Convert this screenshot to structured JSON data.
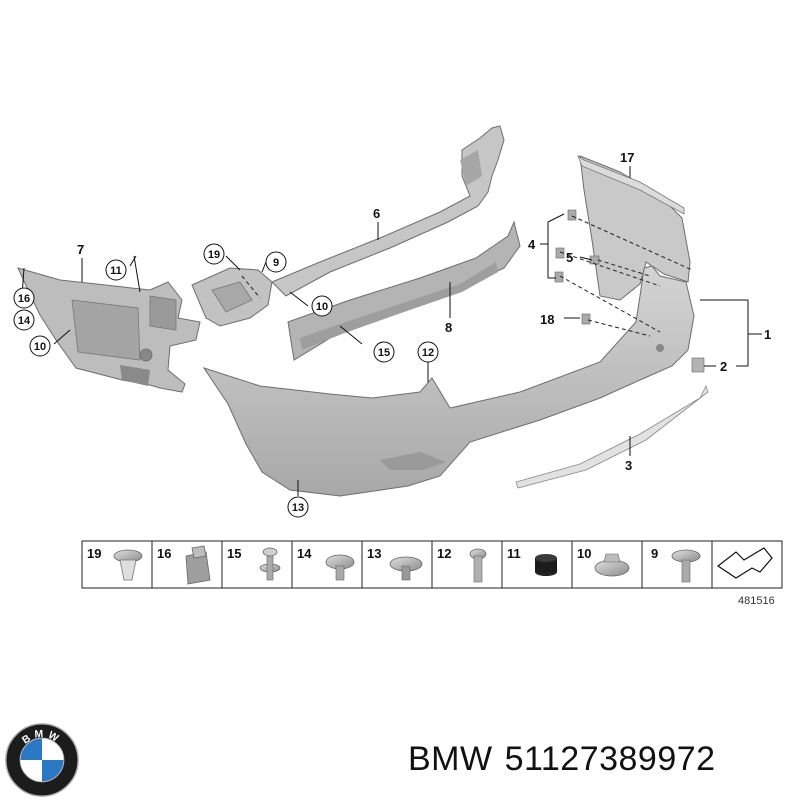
{
  "callouts": [
    "1",
    "2",
    "3",
    "4",
    "5",
    "6",
    "7",
    "8",
    "9",
    "10",
    "11",
    "12",
    "13",
    "14",
    "15",
    "16",
    "17",
    "18",
    "19"
  ],
  "parts_strip": {
    "labels": [
      "19",
      "16",
      "15",
      "14",
      "13",
      "12",
      "11",
      "10",
      "9"
    ],
    "reference_number": "481516"
  },
  "brand": {
    "name": "BMW",
    "part_number": "51127389972",
    "logo_letters": "BMW"
  },
  "colors": {
    "part_gray": "#b9b9b9",
    "part_dark": "#7d7d7d",
    "logo_blue": "#2a78c4",
    "logo_ring": "#1c1c1c"
  }
}
